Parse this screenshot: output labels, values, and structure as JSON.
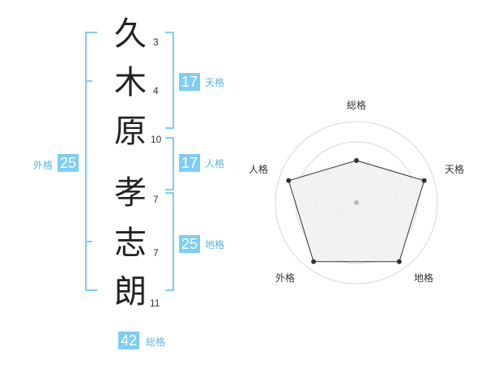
{
  "name": {
    "characters": [
      {
        "char": "久",
        "strokes": "3"
      },
      {
        "char": "木",
        "strokes": "4"
      },
      {
        "char": "原",
        "strokes": "10"
      },
      {
        "char": "孝",
        "strokes": "7"
      },
      {
        "char": "志",
        "strokes": "7"
      },
      {
        "char": "朗",
        "strokes": "11"
      }
    ]
  },
  "scores": {
    "tenkaku": {
      "value": "17",
      "label": "天格"
    },
    "jinkaku": {
      "value": "17",
      "label": "人格"
    },
    "chikaku": {
      "value": "25",
      "label": "地格"
    },
    "gaikaku": {
      "value": "25",
      "label": "外格"
    },
    "soukaku": {
      "value": "42",
      "label": "総格"
    }
  },
  "colors": {
    "accent": "#7fcdf4",
    "accent_text": "#56b6e8",
    "radar_fill": "#f0f0f0",
    "radar_line": "#333333",
    "ring": "#d8d8d8"
  },
  "chart_data": {
    "type": "radar",
    "axes": [
      "総格",
      "天格",
      "地格",
      "外格",
      "人格"
    ],
    "values": [
      0.52,
      0.88,
      0.9,
      0.9,
      0.88
    ],
    "rings": 4,
    "max": 1
  }
}
